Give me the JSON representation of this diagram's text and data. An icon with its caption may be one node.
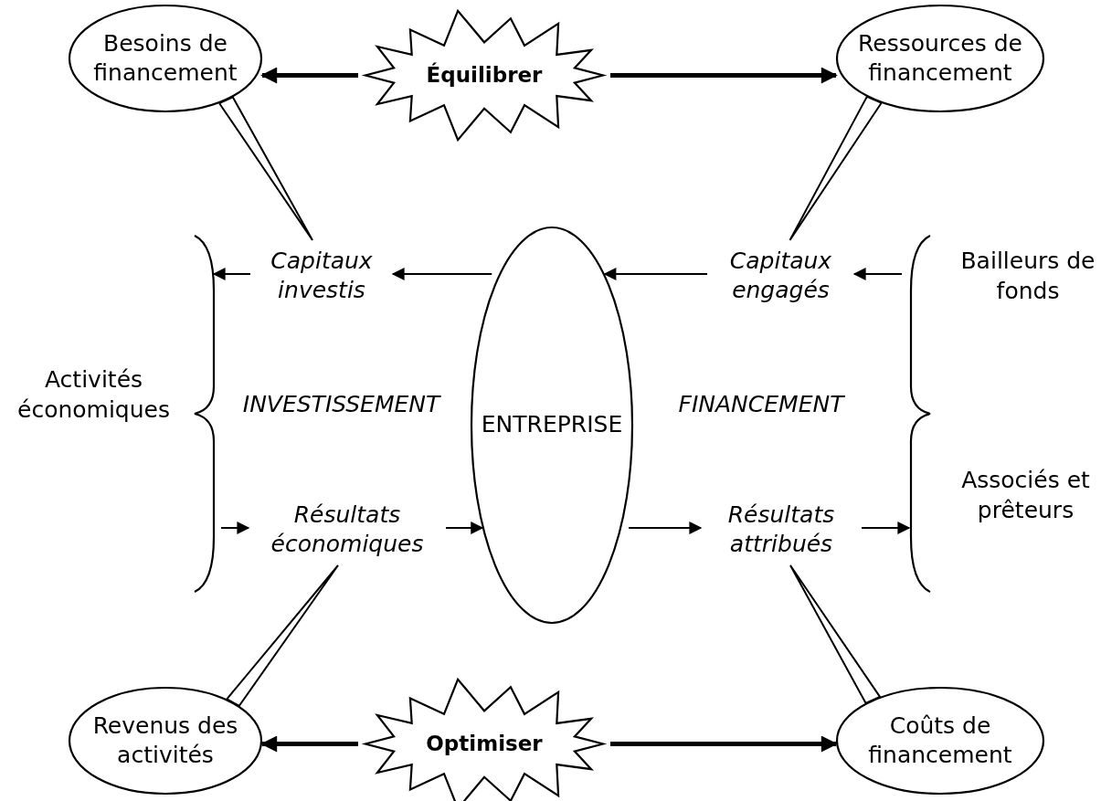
{
  "diagram": {
    "nodes": [
      {
        "text": [
          "Besoins de financement"
        ]
      },
      {
        "text": [
          "Équilibrer"
        ]
      },
      {
        "text": [
          "Ressources de financement"
        ]
      },
      {
        "text": [
          "Capitaux investis"
        ]
      },
      {
        "text": [
          "ENTREPRISE"
        ]
      },
      {
        "text": [
          "Capitaux engagés"
        ]
      },
      {
        "text": [],
        "shape": "brace",
        "beside": [
          "Activités économiques"
        ]
      },
      {
        "text": [],
        "shape": "brace",
        "beside": [
          "Bailleurs de fonds",
          "Associés et prêteurs"
        ]
      },
      {
        "text": [
          "Résultats économiques"
        ]
      },
      {
        "text": [
          "Résultats attribués"
        ]
      },
      {
        "text": [
          "Revenus des activités"
        ]
      },
      {
        "text": [
          "Optimiser"
        ]
      },
      {
        "text": [
          "Coûts de financement"
        ]
      }
    ],
    "edges": [
      {
        "from": 1,
        "to": 0,
        "arrow": "to",
        "style": "thick"
      },
      {
        "from": 1,
        "to": 2,
        "arrow": "to",
        "style": "thick"
      },
      {
        "from": 0,
        "to": 3,
        "arrow": "none"
      },
      {
        "from": 2,
        "to": 5,
        "arrow": "none"
      },
      {
        "from": 4,
        "to": 3,
        "arrow": "to"
      },
      {
        "from": 3,
        "to": 6,
        "arrow": "to"
      },
      {
        "from": 7,
        "to": 5,
        "arrow": "to"
      },
      {
        "from": 5,
        "to": 4,
        "arrow": "to"
      },
      {
        "from": 6,
        "to": 8,
        "arrow": "to"
      },
      {
        "from": 8,
        "to": 4,
        "arrow": "to"
      },
      {
        "from": 4,
        "to": 9,
        "arrow": "to"
      },
      {
        "from": 9,
        "to": 7,
        "arrow": "to"
      },
      {
        "from": 8,
        "to": 10,
        "arrow": "none"
      },
      {
        "from": 9,
        "to": 12,
        "arrow": "none"
      },
      {
        "from": 11,
        "to": 10,
        "arrow": "to",
        "style": "thick"
      },
      {
        "from": 11,
        "to": 12,
        "arrow": "to",
        "style": "thick"
      }
    ],
    "labels": [
      "INVESTISSEMENT",
      "FINANCEMENT"
    ]
  }
}
